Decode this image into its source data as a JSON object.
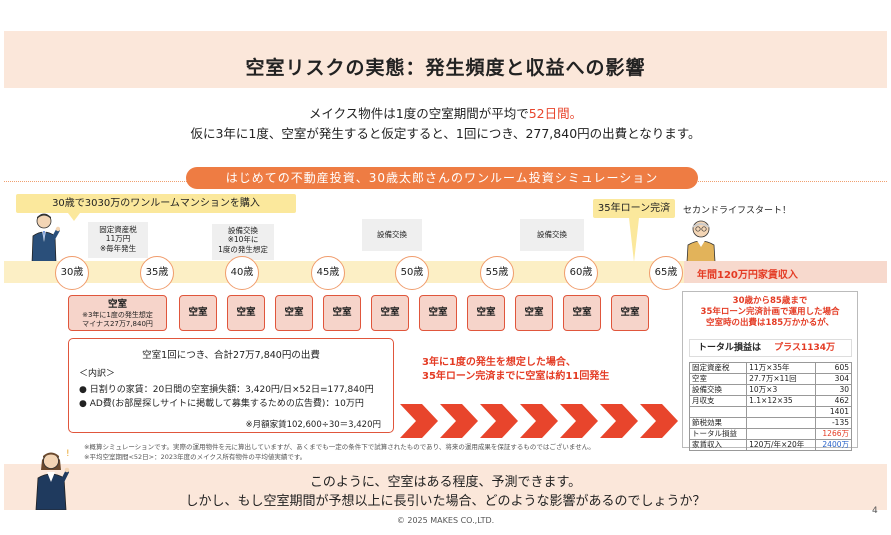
{
  "header": {
    "title": "空室リスクの実態：発生頻度と収益への影響"
  },
  "intro": {
    "line1_prefix": "メイクス物件は1度の空室期間が平均で",
    "line1_accent": "52日間。",
    "line2": "仮に3年に1度、空室が発生すると仮定すると、1回につき、277,840円の出費となります。"
  },
  "simulation": {
    "title": "はじめての不動産投資、30歳太郎さんのワンルーム投資シミュレーション",
    "buy_label": "30歳で3030万のワンルームマンションを購入",
    "loan_done_label": "35年ローン完済",
    "second_life_label": "セカンドライフスタート！",
    "events": [
      {
        "line1": "固定資産税",
        "line2": "11万円",
        "line3": "※毎年発生"
      },
      {
        "line1": "設備交換",
        "line2": "※10年に",
        "line3": "1度の発生想定"
      },
      {
        "line1": "設備交換"
      },
      {
        "line1": "設備交換"
      }
    ],
    "ages": [
      "30歳",
      "35歳",
      "40歳",
      "45歳",
      "50歳",
      "55歳",
      "60歳",
      "65歳"
    ],
    "annual_income_label": "年間120万円家賃収入",
    "vacancy_first": {
      "label": "空室",
      "note1": "※3年に1度の発生想定",
      "note2": "マイナス27万7,840円"
    },
    "vacancy_label": "空室",
    "vacancy_count": 10
  },
  "detail": {
    "title": "空室1回につき、合計27万7,840円の出費",
    "sub": "＜内訳＞",
    "line1": "●  日割りの家賃：20日間の空室損失額：3,420円/日×52日=177,840円",
    "line2": "●  AD費(お部屋探しサイトに掲載して募集するための広告費)：10万円",
    "note": "※月額家賃102,600÷30＝3,420円"
  },
  "red_note": {
    "line1": "3年に1度の発生を想定した場合、",
    "line2": "35年ローン完済までに空室は約11回発生"
  },
  "panel": {
    "head1": "30歳から85歳まで",
    "head2": "35年ローン完済計画で運用した場合",
    "head3": "空室時の出費は185万かかるが、",
    "total_prefix": "トータル損益は",
    "total_value": "プラス1134万",
    "rows": [
      {
        "label": "固定資産税",
        "calc": "11万×35年",
        "value": "605"
      },
      {
        "label": "空室",
        "calc": "27.7万×11回",
        "value": "304"
      },
      {
        "label": "設備交換",
        "calc": "10万×3",
        "value": "30"
      },
      {
        "label": "月収支",
        "calc": "1.1×12×35",
        "value": "462"
      },
      {
        "label": "",
        "calc": "",
        "value": "1401"
      },
      {
        "label": "節税効果",
        "calc": "",
        "value": "-135"
      },
      {
        "label": "トータル損益",
        "calc": "",
        "value": "1266万"
      },
      {
        "label": "家賃収入",
        "calc": "120万/年×20年",
        "value": "2400万"
      }
    ]
  },
  "disclaimers": {
    "line1": "※概算シミュレーションです。実際の運用物件を元に算出していますが、あくまでも一定の条件下で試算されたものであり、将来の運用成果を保証するものではございません。",
    "line2": "※平均空室期間<52日>：2023年度のメイクス所有物件の平均値実績です。"
  },
  "footer": {
    "line1": "このように、空室はある程度、予測できます。",
    "line2": "しかし、もし空室期間が予想以上に長引いた場合、どのような影響があるのでしょうか？",
    "copyright": "© 2025 MAKES CO.,LTD.",
    "page": "4"
  },
  "colors": {
    "accent": "#e8452c",
    "orange": "#ee7c43",
    "peach": "#fbe7da",
    "yellow": "#fbe89c",
    "blue": "#2a63c9"
  }
}
